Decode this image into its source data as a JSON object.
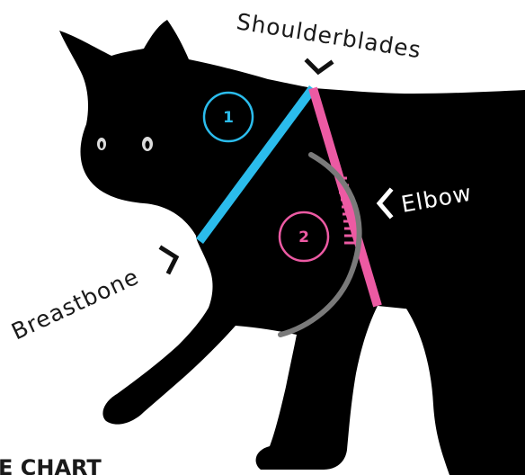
{
  "labels": {
    "shoulderblades": "Shoulderblades",
    "breastbone": "Breastbone",
    "elbow": "Elbow"
  },
  "markers": {
    "one": "1",
    "two": "2"
  },
  "heading_fragment": "E CHART",
  "colors": {
    "silhouette": "#000000",
    "measure_1": "#2bbcec",
    "measure_2": "#ec5aa3",
    "elbow_curve": "#7a7a7a",
    "label_text": "#1a1a1a",
    "background": "#ffffff"
  }
}
